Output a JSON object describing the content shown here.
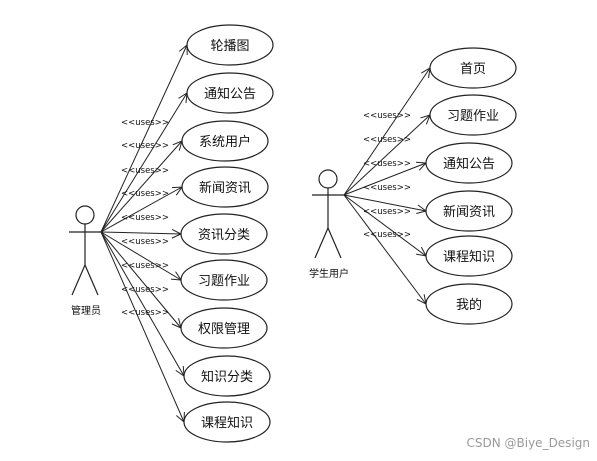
{
  "stereotype": "<<uses>>",
  "watermark": "CSDN @Biye_Design",
  "actors": [
    {
      "id": "admin",
      "label": "管理员"
    },
    {
      "id": "student",
      "label": "学生用户"
    }
  ],
  "admin_use_cases": [
    "轮播图",
    "通知公告",
    "系统用户",
    "新闻资讯",
    "资讯分类",
    "习题作业",
    "权限管理",
    "知识分类",
    "课程知识"
  ],
  "student_use_cases": [
    "首页",
    "习题作业",
    "通知公告",
    "新闻资讯",
    "课程知识",
    "我的"
  ]
}
